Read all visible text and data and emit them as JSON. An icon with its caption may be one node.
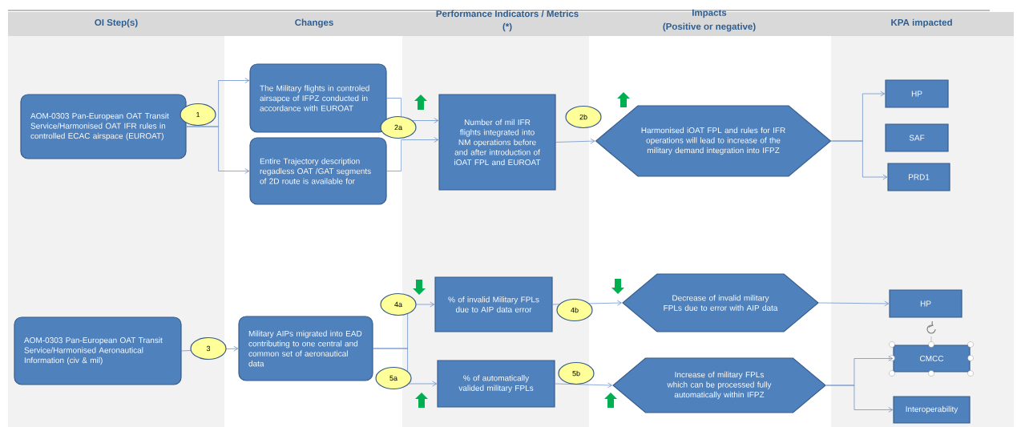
{
  "diagram": {
    "nodes": [
      {
        "text": [
          "AOM-0303 Pan-European OAT Transit Service/Harmonised OAT IFR rules in controlled ECAC airspace (EUROAT)"
        ]
      },
      {
        "text": [
          "The Military flights in controled airsapce  of IFPZ conducted in accordance with EUROAT"
        ]
      },
      {
        "text": [
          "Entire  Trajectory description regadless OAT /GAT segments of 2D route is available for"
        ]
      },
      {
        "text": [
          "Number of mil IFR flights integrated into NM operations  before and after introduction of iOAT FPL and EUROAT"
        ]
      },
      {
        "text": [
          "Harmonised iOAT FPL and  rules for IFR operations will lead to increase of the military demand integration into IFPZ"
        ]
      },
      {
        "text": [
          "HP"
        ]
      },
      {
        "text": [
          "SAF"
        ]
      },
      {
        "text": [
          "PRD1"
        ]
      },
      {
        "text": [
          "AOM-0303 Pan-European OAT Transit Service/Harmonised Aeronautical Information (civ & mil)"
        ]
      },
      {
        "text": [
          "Military  AIPs migrated into  EAD  contributing to one central and common set of aeronautical data"
        ]
      },
      {
        "text": [
          "% of invalid Military FPLs due to AIP data error"
        ]
      },
      {
        "text": [
          "% of automatically valided military FPLs"
        ]
      },
      {
        "text": [
          "Decrease of invalid military FPLs due to error with AIP data"
        ]
      },
      {
        "text": [
          "Increase of military FPLs which can be processed  fully automatically within IFPZ"
        ]
      },
      {
        "text": [
          "HP"
        ]
      },
      {
        "text": [
          "CMCC"
        ]
      },
      {
        "text": [
          "Interoperability"
        ]
      }
    ],
    "edges": [
      {
        "from": 0,
        "to": 1,
        "arrow": "to",
        "label": "1"
      },
      {
        "from": 0,
        "to": 2,
        "arrow": "to"
      },
      {
        "from": 1,
        "to": 3,
        "arrow": "to",
        "label": "2a"
      },
      {
        "from": 2,
        "to": 3,
        "arrow": "to"
      },
      {
        "from": 3,
        "to": 4,
        "arrow": "to",
        "label": "2b"
      },
      {
        "from": 4,
        "to": 5,
        "arrow": "to"
      },
      {
        "from": 4,
        "to": 7,
        "arrow": "to"
      },
      {
        "from": 8,
        "to": 9,
        "arrow": "to",
        "label": "3"
      },
      {
        "from": 9,
        "to": 10,
        "arrow": "to",
        "label": "4a"
      },
      {
        "from": 9,
        "to": 11,
        "arrow": "to",
        "label": "5a"
      },
      {
        "from": 10,
        "to": 12,
        "arrow": "to",
        "label": "4b"
      },
      {
        "from": 11,
        "to": 13,
        "arrow": "to",
        "label": "5b"
      },
      {
        "from": 12,
        "to": 14,
        "arrow": "to"
      },
      {
        "from": 13,
        "to": 15,
        "arrow": "to"
      },
      {
        "from": 13,
        "to": 16,
        "arrow": "to"
      }
    ],
    "labels": [
      "OI Step(s)",
      "Changes",
      "Performance Indicators / Metrics",
      "(*)",
      "Impacts",
      "(Positive or negative)",
      "KPA impacted"
    ]
  }
}
